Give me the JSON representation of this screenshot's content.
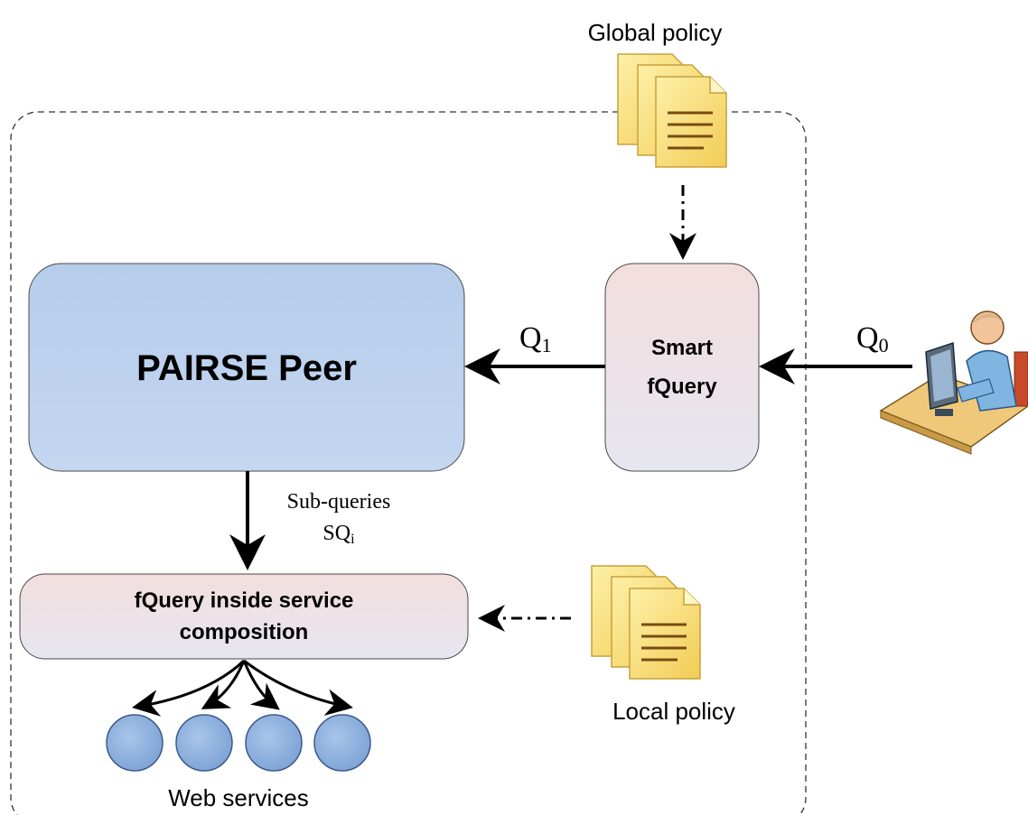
{
  "labels": {
    "global_policy": "Global policy",
    "local_policy": "Local policy",
    "pairse_peer": "PAIRSE Peer",
    "smart_fquery_line1": "Smart",
    "smart_fquery_line2": "fQuery",
    "fquery_line1": "fQuery inside service",
    "fquery_line2": "composition",
    "q0_base": "Q",
    "q0_sub": "0",
    "q1_base": "Q",
    "q1_sub": "1",
    "subqueries_line1": "Sub-queries",
    "subqueries_line2_base": "SQ",
    "subqueries_line2_sub": "i",
    "web_services": "Web services"
  },
  "icons": {
    "global_policy": "document-stack-icon",
    "local_policy": "document-stack-icon",
    "user": "user-at-computer-icon",
    "web_service": "web-service-circle-icon"
  },
  "colors": {
    "peer_fill": "#bcd2ee",
    "fquery_fill": "#f1dfe0",
    "doc_fill": "#f7dc6f",
    "service_fill": "#8fb2e0"
  }
}
